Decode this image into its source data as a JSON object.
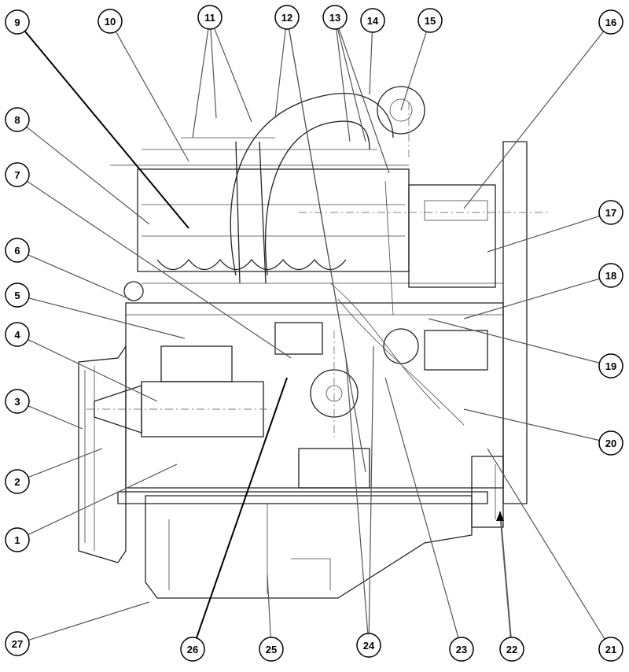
{
  "diagram": {
    "title": "Engine component callouts",
    "callouts": [
      {
        "label": "1"
      },
      {
        "label": "2"
      },
      {
        "label": "3"
      },
      {
        "label": "4"
      },
      {
        "label": "5"
      },
      {
        "label": "6"
      },
      {
        "label": "7"
      },
      {
        "label": "8"
      },
      {
        "label": "9"
      },
      {
        "label": "10"
      },
      {
        "label": "11"
      },
      {
        "label": "12"
      },
      {
        "label": "13"
      },
      {
        "label": "14"
      },
      {
        "label": "15"
      },
      {
        "label": "16"
      },
      {
        "label": "17"
      },
      {
        "label": "18"
      },
      {
        "label": "19"
      },
      {
        "label": "20"
      },
      {
        "label": "21"
      },
      {
        "label": "22"
      },
      {
        "label": "23"
      },
      {
        "label": "24"
      },
      {
        "label": "25"
      },
      {
        "label": "26"
      },
      {
        "label": "27"
      }
    ],
    "colors": {
      "line": "#222222",
      "background": "#ffffff"
    }
  }
}
